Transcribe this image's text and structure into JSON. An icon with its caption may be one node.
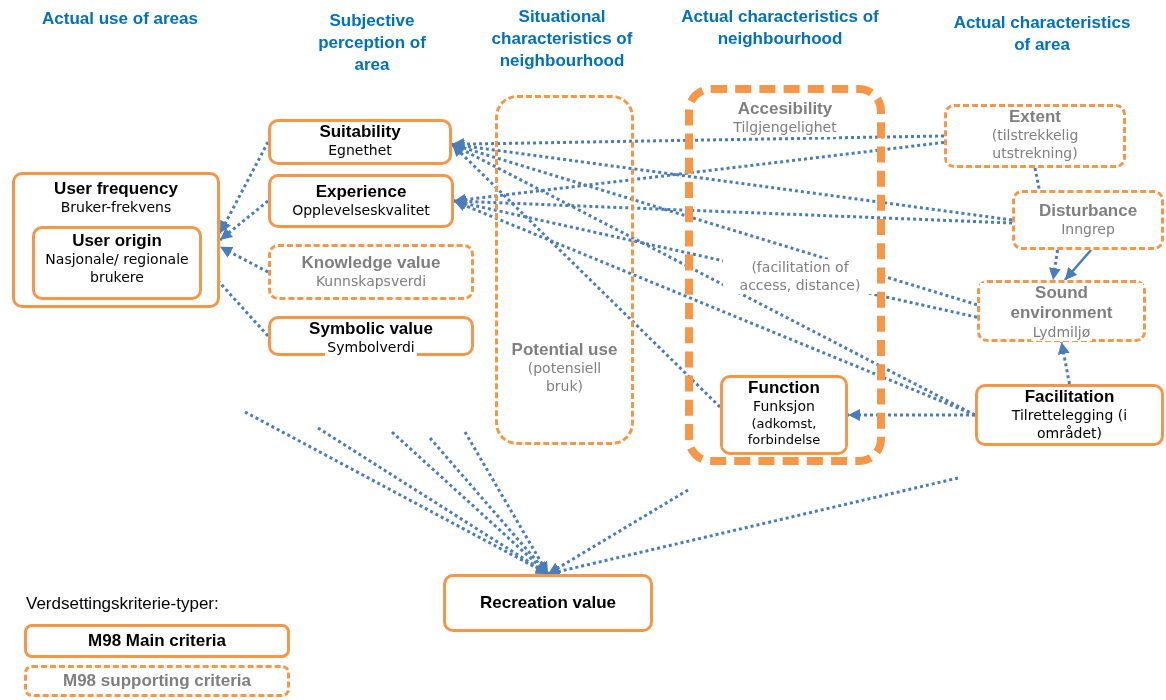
{
  "diagram": {
    "nodes": [
      {
        "text": [
          "User frequency",
          "Bruker-frekvens"
        ]
      },
      {
        "text": [
          "User origin",
          "Nasjonale/ regionale brukere"
        ],
        "in": 0
      },
      {
        "text": [
          "Suitability",
          "Egnethet"
        ]
      },
      {
        "text": [
          "Experience",
          "Opplevelseskvalitet"
        ]
      },
      {
        "text": [
          "Knowledge value",
          "Kunnskapsverdi"
        ]
      },
      {
        "text": [
          "Symbolic value",
          "Symbolverdi"
        ]
      },
      {
        "text": [
          "Potential use",
          "(potensiell bruk)"
        ]
      },
      {
        "text": [
          "Accesibility",
          "Tilgjengelighet",
          "(facilitation of access, distance)"
        ]
      },
      {
        "text": [
          "Function",
          "Funksjon",
          "(adkomst, forbindelse"
        ],
        "in": 7
      },
      {
        "text": [
          "Extent",
          "(tilstrekkelig utstrekning)"
        ]
      },
      {
        "text": [
          "Disturbance",
          "Inngrep"
        ]
      },
      {
        "text": [
          "Sound environment",
          "Lydmiljø"
        ]
      },
      {
        "text": [
          "Facilitation",
          "Tilrettelegging (i området)"
        ]
      },
      {
        "text": [
          "Recreation value"
        ]
      }
    ],
    "edges": [
      {
        "from": 2,
        "to": 0,
        "arrow": "to",
        "style": "dashed"
      },
      {
        "from": 3,
        "to": 0,
        "arrow": "to",
        "style": "dashed"
      },
      {
        "from": 4,
        "to": 0,
        "arrow": "to",
        "style": "dashed"
      },
      {
        "from": 5,
        "to": 1,
        "arrow": "to",
        "style": "dashed"
      },
      {
        "from": 9,
        "to": 2,
        "arrow": "to",
        "style": "dashed"
      },
      {
        "from": 10,
        "to": 2,
        "arrow": "to",
        "style": "dashed"
      },
      {
        "from": 11,
        "to": 2,
        "arrow": "to",
        "style": "dashed"
      },
      {
        "from": 12,
        "to": 2,
        "arrow": "to",
        "style": "dashed"
      },
      {
        "from": 8,
        "to": 2,
        "arrow": "to",
        "style": "dashed"
      },
      {
        "from": 9,
        "to": 3,
        "arrow": "to",
        "style": "dashed"
      },
      {
        "from": 10,
        "to": 3,
        "arrow": "to",
        "style": "dashed"
      },
      {
        "from": 11,
        "to": 3,
        "arrow": "to",
        "style": "dashed"
      },
      {
        "from": 12,
        "to": 3,
        "arrow": "to",
        "style": "dashed"
      },
      {
        "from": 9,
        "to": 10,
        "arrow": "none",
        "style": "dashed"
      },
      {
        "from": 10,
        "to": 11,
        "arrow": "to",
        "style": "dashed"
      },
      {
        "from": 10,
        "to": 11,
        "arrow": "to"
      },
      {
        "from": 12,
        "to": 11,
        "arrow": "to",
        "style": "dashed"
      },
      {
        "from": 12,
        "to": 8,
        "arrow": "to",
        "style": "dashed"
      },
      {
        "from": null,
        "to": 13,
        "arrow": "to",
        "style": "dashed"
      },
      {
        "from": null,
        "to": 13,
        "arrow": "to",
        "style": "dashed"
      },
      {
        "from": null,
        "to": 13,
        "arrow": "to",
        "style": "dashed"
      },
      {
        "from": null,
        "to": 13,
        "arrow": "to",
        "style": "dashed"
      },
      {
        "from": null,
        "to": 13,
        "arrow": "to",
        "style": "dashed"
      },
      {
        "from": null,
        "to": 13,
        "arrow": "to",
        "style": "dashed"
      },
      {
        "from": null,
        "to": 13,
        "arrow": "to",
        "style": "dashed"
      }
    ],
    "labels": [
      "Actual use of areas",
      "Subjective perception of area",
      "Situational characteristics of neighbourhood",
      "Actual characteristics of neighbourhood",
      "Actual characteristics of area",
      "Verdsettingskriterie-typer:"
    ],
    "legend": [
      {
        "text": "M98 Main criteria"
      },
      {
        "text": "M98 supporting criteria"
      }
    ]
  }
}
